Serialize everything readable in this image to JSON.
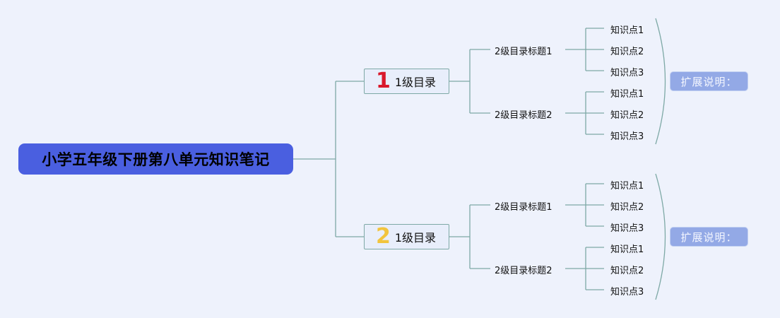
{
  "root": {
    "title": "小学五年级下册第八单元知识笔记"
  },
  "colors": {
    "line": "#7ea9a6",
    "root_bg": "#4a5fe0",
    "num1": "#d9182b",
    "num2": "#f2c43d",
    "ext_bg": "#93a9e6"
  },
  "sections": [
    {
      "number": "1",
      "label": "1级目录",
      "extension": "扩展说明：",
      "subs": [
        {
          "label": "2级目录标题1",
          "points": [
            "知识点1",
            "知识点2",
            "知识点3"
          ]
        },
        {
          "label": "2级目录标题2",
          "points": [
            "知识点1",
            "知识点2",
            "知识点3"
          ]
        }
      ]
    },
    {
      "number": "2",
      "label": "1级目录",
      "extension": "扩展说明：",
      "subs": [
        {
          "label": "2级目录标题1",
          "points": [
            "知识点1",
            "知识点2",
            "知识点3"
          ]
        },
        {
          "label": "2级目录标题2",
          "points": [
            "知识点1",
            "知识点2",
            "知识点3"
          ]
        }
      ]
    }
  ]
}
